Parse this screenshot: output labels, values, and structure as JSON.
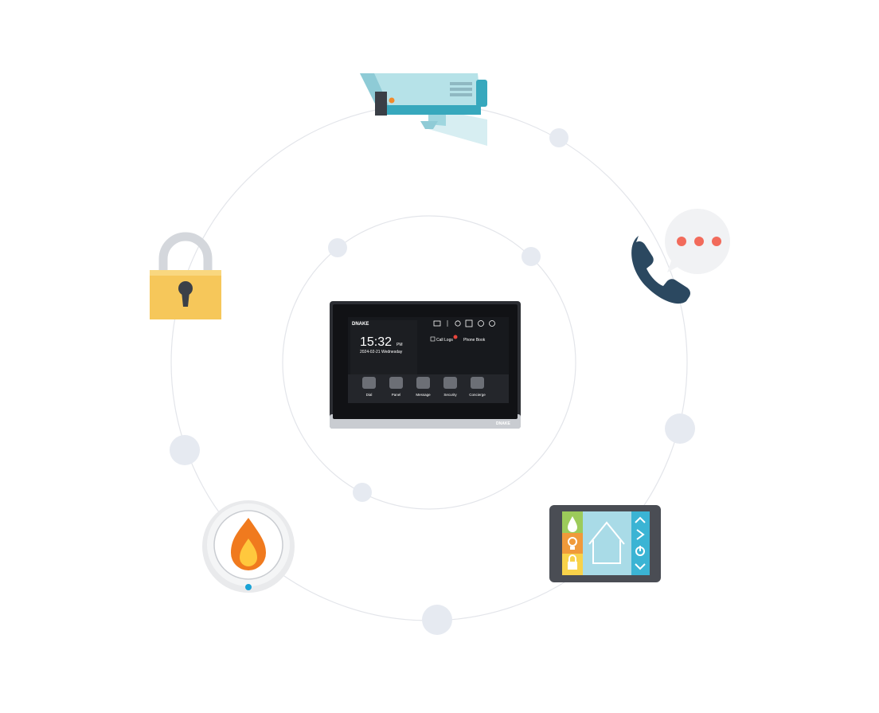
{
  "device": {
    "brand": "DNAKE",
    "clock": {
      "time": "15:32",
      "meridiem": "PM",
      "date": "2024-02-21 Wednesday"
    },
    "shortcuts": {
      "call_logs": "Call Logs",
      "phone_book": "Phone Book"
    },
    "apps": [
      {
        "label": "Dial",
        "icon": "dialpad-icon"
      },
      {
        "label": "Panel",
        "icon": "door-panel-icon"
      },
      {
        "label": "Message",
        "icon": "message-icon"
      },
      {
        "label": "Security",
        "icon": "shield-icon"
      },
      {
        "label": "Concierge",
        "icon": "concierge-icon"
      }
    ],
    "status_icons": [
      "monitor-icon",
      "settings-icon",
      "screen-icon",
      "dnd-icon",
      "power-icon"
    ]
  },
  "orbit_icons": [
    {
      "name": "cctv-camera-icon"
    },
    {
      "name": "phone-call-icon"
    },
    {
      "name": "padlock-icon"
    },
    {
      "name": "smart-home-panel-icon"
    },
    {
      "name": "smoke-detector-icon"
    }
  ],
  "colors": {
    "orbit_line": "#e3e5ea",
    "orbit_dot": "#e6eaf1",
    "camera": "#9fd6df",
    "camera_accent": "#37a8bd",
    "phone": "#2b4860",
    "bubble_dots": "#f26b5b",
    "lock_body": "#f6c75a",
    "flame_orange": "#f07a1e",
    "flame_yellow": "#ffc83d",
    "panel_green": "#9ccb5a",
    "panel_orange": "#f09a3a",
    "panel_yellow": "#f8d24a",
    "panel_screen": "#a9dbe7",
    "panel_nav": "#3bb4d4"
  }
}
